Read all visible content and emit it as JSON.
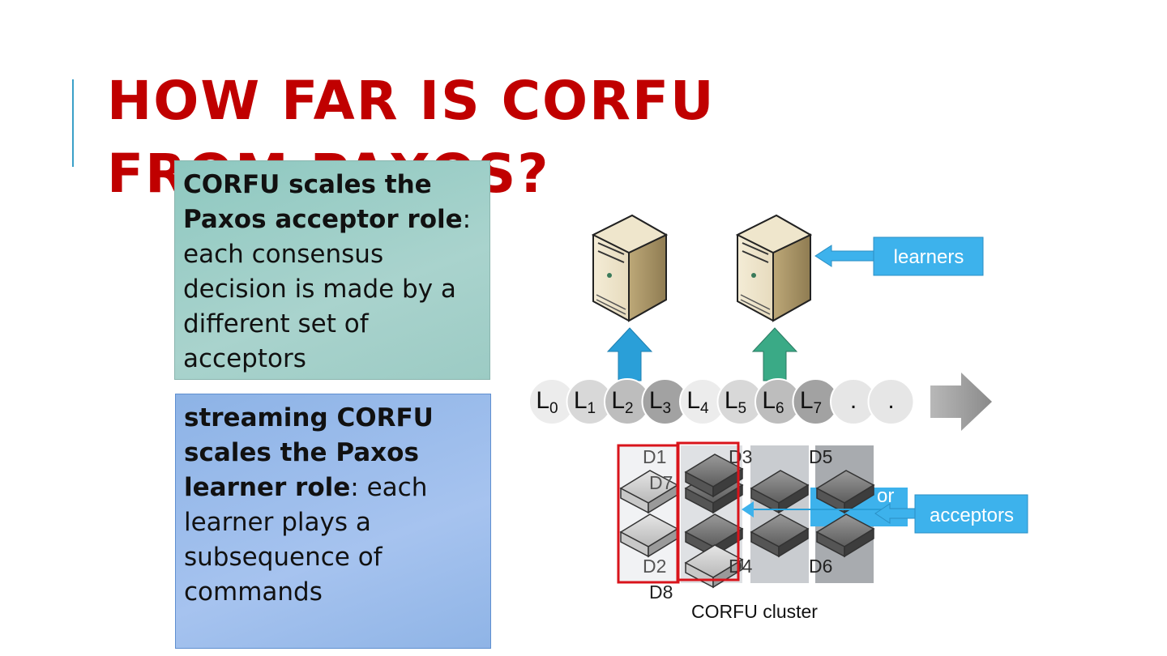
{
  "slide": {
    "title": "HOW FAR IS CORFU FROM PAXOS?"
  },
  "acceptor_box": {
    "bold": "CORFU scales the Paxos acceptor role",
    "colon": ":",
    "text": "each consensus decision is made by a different set of acceptors"
  },
  "learner_box": {
    "bold": "streaming CORFU scales the Paxos learner role",
    "colon": ":",
    "text": "each learner plays a subsequence of commands"
  },
  "diagram": {
    "learners_label": "learners",
    "acceptors_label": "acceptors",
    "hidden_label": "or",
    "cluster_label": "CORFU cluster",
    "log_entries": [
      {
        "base": "L",
        "sub": "0"
      },
      {
        "base": "L",
        "sub": "1"
      },
      {
        "base": "L",
        "sub": "2"
      },
      {
        "base": "L",
        "sub": "3"
      },
      {
        "base": "L",
        "sub": "4"
      },
      {
        "base": "L",
        "sub": "5"
      },
      {
        "base": "L",
        "sub": "6"
      },
      {
        "base": "L",
        "sub": "7"
      },
      {
        "base": ".",
        "sub": ""
      },
      {
        "base": ".",
        "sub": ""
      }
    ],
    "drives": [
      "D1",
      "D2",
      "D3",
      "D4",
      "D5",
      "D6",
      "D7",
      "D8"
    ],
    "colors": {
      "title": "#c00000",
      "callout": "#3db2ec",
      "up_arrow_blue": "#2a9fd8",
      "up_arrow_green": "#3aaa86",
      "highlight_border": "#d9141b"
    }
  }
}
